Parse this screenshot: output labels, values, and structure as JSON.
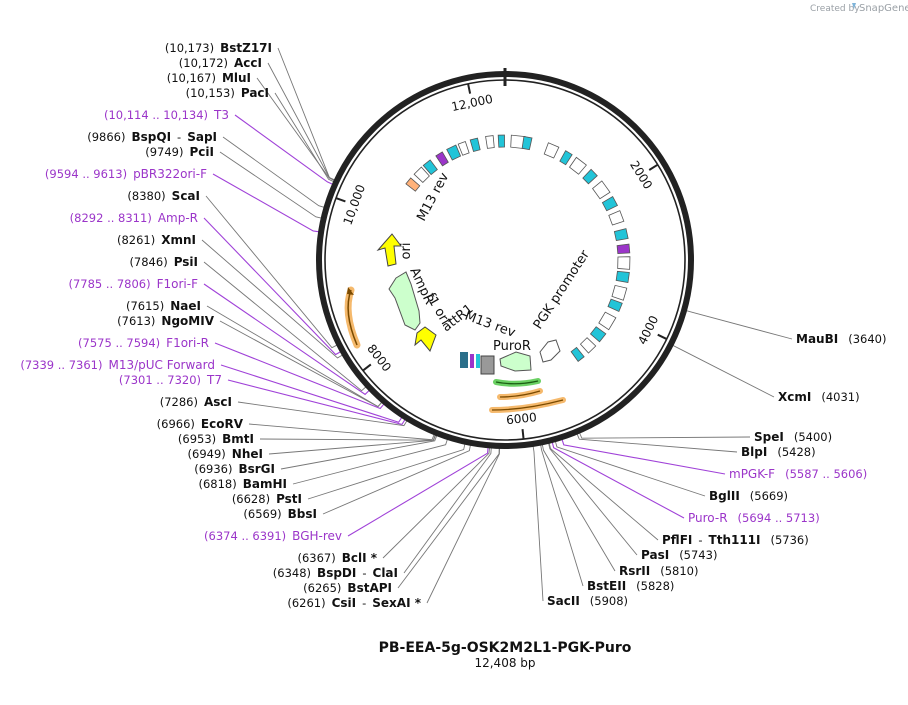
{
  "watermark": {
    "created_by": "Created by",
    "brand": "SnapGene"
  },
  "map": {
    "name": "PB-EEA-5g-OSK2M2L1-PGK-Puro",
    "length_label": "12,408 bp",
    "total_bp": 12408
  },
  "ticks": [
    {
      "label": "2000",
      "bp": 2000
    },
    {
      "label": "4000",
      "bp": 4000
    },
    {
      "label": "6000",
      "bp": 6000
    },
    {
      "label": "8000",
      "bp": 8000
    },
    {
      "label": "10,000",
      "bp": 10000
    },
    {
      "label": "12,000",
      "bp": 12000
    }
  ],
  "feature_labels": {
    "m13rev_top": "M13 rev",
    "ori": "ori",
    "ampr": "AmpR",
    "f1ori": "f1 ori",
    "attr1": "attR1",
    "m13rev_bottom": "M13 rev",
    "puror": "PuroR",
    "pgk_promoter": "PGK promoter"
  },
  "sites_left": [
    {
      "pos": "(10,173)",
      "name": "BstZ17I",
      "primer": false
    },
    {
      "pos": "(10,172)",
      "name": "AccI",
      "primer": false
    },
    {
      "pos": "(10,167)",
      "name": "MluI",
      "primer": false
    },
    {
      "pos": "(10,153)",
      "name": "PacI",
      "primer": false
    },
    {
      "pos": "(10,114 .. 10,134)",
      "name": "T3",
      "primer": true
    },
    {
      "pos": "(9866)",
      "name": "BspQI",
      "extra": "SapI",
      "primer": false
    },
    {
      "pos": "(9749)",
      "name": "PciI",
      "primer": false
    },
    {
      "pos": "(9594 .. 9613)",
      "name": "pBR322ori-F",
      "primer": true
    },
    {
      "pos": "(8380)",
      "name": "ScaI",
      "primer": false
    },
    {
      "pos": "(8292 .. 8311)",
      "name": "Amp-R",
      "primer": true
    },
    {
      "pos": "(8261)",
      "name": "XmnI",
      "primer": false
    },
    {
      "pos": "(7846)",
      "name": "PsiI",
      "primer": false
    },
    {
      "pos": "(7785 .. 7806)",
      "name": "F1ori-F",
      "primer": true
    },
    {
      "pos": "(7615)",
      "name": "NaeI",
      "primer": false
    },
    {
      "pos": "(7613)",
      "name": "NgoMIV",
      "primer": false
    },
    {
      "pos": "(7575 .. 7594)",
      "name": "F1ori-R",
      "primer": true
    },
    {
      "pos": "(7339 .. 7361)",
      "name": "M13/pUC Forward",
      "primer": true
    },
    {
      "pos": "(7301 .. 7320)",
      "name": "T7",
      "primer": true
    },
    {
      "pos": "(7286)",
      "name": "AscI",
      "primer": false
    },
    {
      "pos": "(6966)",
      "name": "EcoRV",
      "primer": false
    },
    {
      "pos": "(6953)",
      "name": "BmtI",
      "primer": false
    },
    {
      "pos": "(6949)",
      "name": "NheI",
      "primer": false
    },
    {
      "pos": "(6936)",
      "name": "BsrGI",
      "primer": false
    },
    {
      "pos": "(6818)",
      "name": "BamHI",
      "primer": false
    },
    {
      "pos": "(6628)",
      "name": "PstI",
      "primer": false
    },
    {
      "pos": "(6569)",
      "name": "BbsI",
      "primer": false
    },
    {
      "pos": "(6374 .. 6391)",
      "name": "BGH-rev",
      "primer": true
    },
    {
      "pos": "(6367)",
      "name": "BclI *",
      "primer": false
    },
    {
      "pos": "(6348)",
      "name": "BspDI",
      "extra": "ClaI",
      "primer": false
    },
    {
      "pos": "(6265)",
      "name": "BstAPI",
      "primer": false
    },
    {
      "pos": "(6261)",
      "name": "CsiI",
      "extra": "SexAI *",
      "primer": false
    }
  ],
  "sites_right": [
    {
      "pos": "(3640)",
      "name": "MauBI",
      "primer": false
    },
    {
      "pos": "(4031)",
      "name": "XcmI",
      "primer": false
    },
    {
      "pos": "(5400)",
      "name": "SpeI",
      "primer": false
    },
    {
      "pos": "(5428)",
      "name": "BlpI",
      "primer": false
    },
    {
      "pos": "(5587 .. 5606)",
      "name": "mPGK-F",
      "primer": true
    },
    {
      "pos": "(5669)",
      "name": "BglII",
      "primer": false
    },
    {
      "pos": "(5694 .. 5713)",
      "name": "Puro-R",
      "primer": true
    },
    {
      "pos": "(5736)",
      "name": "PflFI",
      "extra": "Tth111I",
      "primer": false
    },
    {
      "pos": "(5743)",
      "name": "PasI",
      "primer": false
    },
    {
      "pos": "(5810)",
      "name": "RsrII",
      "primer": false
    },
    {
      "pos": "(5828)",
      "name": "BstEII",
      "primer": false
    },
    {
      "pos": "(5908)",
      "name": "SacII",
      "primer": false
    }
  ],
  "colors": {
    "backbone": "#222222",
    "primer": "#9b35c9",
    "ori": "#ffff00",
    "ampr": "#ccffcc",
    "orf": "#ffffff",
    "cyan": "#22c4d8",
    "orange": "#f2a23b",
    "green": "#45c43c"
  }
}
